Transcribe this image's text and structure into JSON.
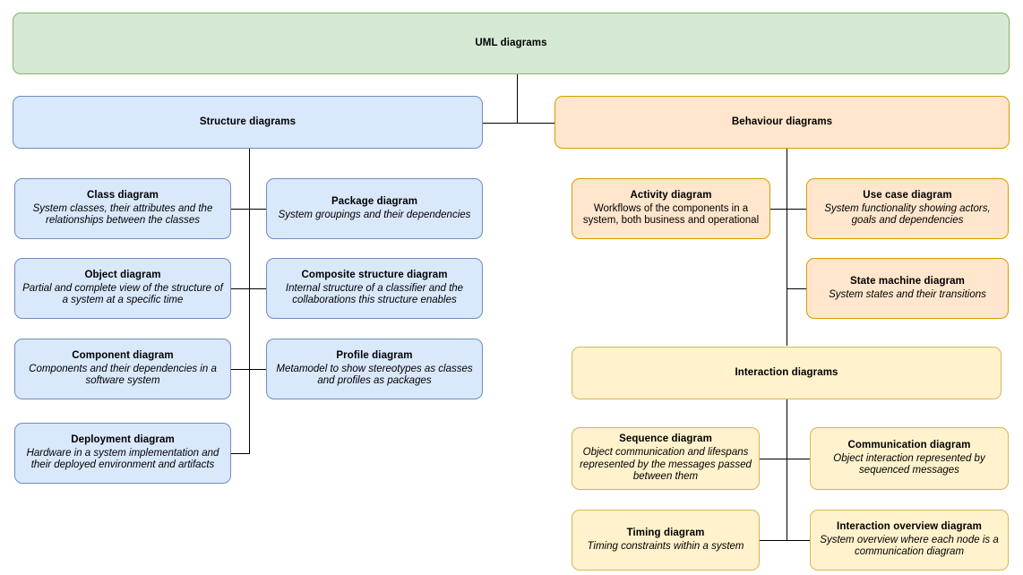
{
  "diagram": {
    "title": "UML diagrams",
    "palette": {
      "root_fill": "#d5e8d4",
      "root_stroke": "#82b366",
      "structure_fill": "#dae8fc",
      "structure_stroke": "#6c8ebf",
      "behaviour_fill": "#ffe6cc",
      "behaviour_stroke": "#d79b00",
      "interaction_fill": "#fff2cc",
      "interaction_stroke": "#d6b656",
      "connector": "#000000",
      "text": "#000000"
    }
  },
  "root": {
    "label": "UML diagrams"
  },
  "structure": {
    "header": "Structure diagrams",
    "nodes": [
      {
        "title": "Class diagram",
        "desc": "System classes, their attributes and  the relationships between the classes"
      },
      {
        "title": "Package diagram",
        "desc": "System groupings and their dependencies"
      },
      {
        "title": "Object diagram",
        "desc": "Partial and complete view of the structure of a system at a specific time"
      },
      {
        "title": "Composite structure diagram",
        "desc": "Internal structure of a classifier and the collaborations this structure enables"
      },
      {
        "title": "Component diagram",
        "desc": "Components and their dependencies in a software system"
      },
      {
        "title": "Profile diagram",
        "desc": "Metamodel to show stereotypes as classes and profiles as packages"
      },
      {
        "title": "Deployment diagram",
        "desc": "Hardware in a system implementation and their deployed environment and artifacts"
      }
    ]
  },
  "behaviour": {
    "header": "Behaviour diagrams",
    "nodes": [
      {
        "title": "Activity diagram",
        "desc": "Workflows of the components in a system, both business and operational"
      },
      {
        "title": "Use case diagram",
        "desc": "System functionality showing actors, goals and dependencies"
      },
      {
        "title": "State machine diagram",
        "desc": "System states and their transitions"
      }
    ]
  },
  "interaction": {
    "header": "Interaction diagrams",
    "nodes": [
      {
        "title": "Sequence diagram",
        "desc": "Object communication and lifespans represented by the messages passed between them"
      },
      {
        "title": "Communication diagram",
        "desc": "Object interaction represented by sequenced messages"
      },
      {
        "title": "Timing diagram",
        "desc": "Timing constraints within a system"
      },
      {
        "title": "Interaction overview diagram",
        "desc": "System overview where each node is a communication diagram"
      }
    ]
  }
}
